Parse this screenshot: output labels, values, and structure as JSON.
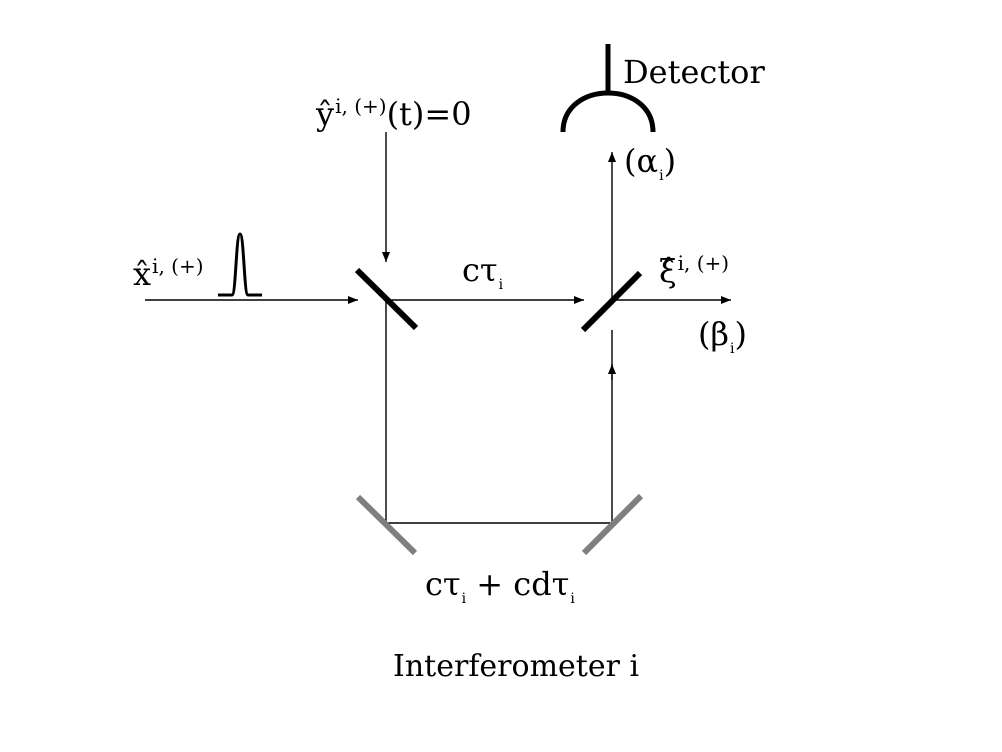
{
  "diagram": {
    "caption": "Interferometer i",
    "detector_label": "Detector",
    "input_x": {
      "base": "x̂",
      "sup": "i, (+)"
    },
    "input_y": {
      "base": "ŷ",
      "sup": "i, (+)",
      "suffix": "(t)=0"
    },
    "output_xi": {
      "base": "ξ̂",
      "sup": "i, (+)"
    },
    "port_alpha": {
      "open": "(α",
      "sub": "i",
      "close": ")"
    },
    "port_beta": {
      "open": "(β",
      "sub": "i",
      "close": ")"
    },
    "short_arm": {
      "base": "cτ",
      "sub": "i"
    },
    "long_arm": {
      "base1": "cτ",
      "sub1": "i",
      "plus": " + cdτ",
      "sub2": "i"
    }
  }
}
